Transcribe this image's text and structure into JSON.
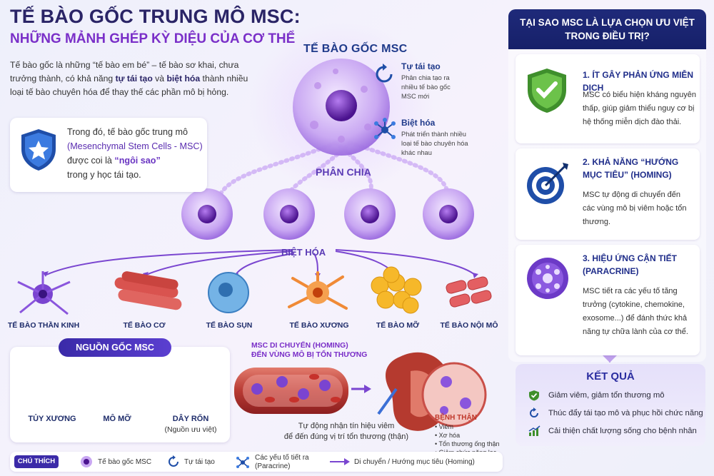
{
  "header": {
    "title": "TẾ BÀO GỐC TRUNG MÔ MSC:",
    "subtitle": "NHỮNG MẢNH GHÉP KỲ DIỆU CỦA CƠ THỂ"
  },
  "intro": {
    "p1": "Tế bào gốc là những “tế bào em bé” – tế bào sơ khai, chưa trưởng thành, có khả năng ",
    "b1": "tự tái tạo",
    "and": " và ",
    "b2": "biệt hóa",
    "p2": " thành nhiều loại tế bào chuyên hóa để thay thế các phần mô bị hỏng."
  },
  "star": {
    "l1": "Trong đó, tế bào gốc trung mô",
    "l2": "(Mesenchymal Stem Cells - MSC)",
    "l3": "được coi là ",
    "l3b": "“ngôi sao”",
    "l4": "trong y học tái tạo.",
    "icon": "star-shield-icon"
  },
  "diagram": {
    "msc_label": "TẾ BÀO GỐC MSC",
    "phan_chia": "PHÂN CHIA",
    "biet_hoa": "BIỆT HÓA",
    "self": {
      "title": "Tự tái tạo",
      "desc": "Phân chia tạo ra nhiều tế bào gốc MSC mới",
      "icon": "cycle-icon"
    },
    "diff": {
      "title": "Biệt hóa",
      "desc": "Phát triển thành nhiều loại tế bào chuyên hóa khác nhau",
      "icon": "molecule-icon"
    },
    "cells": [
      "TẾ BÀO THẦN KINH",
      "TẾ BÀO CƠ",
      "TẾ BÀO SỤN",
      "TẾ BÀO XƯƠNG",
      "TẾ BÀO MỠ",
      "TẾ BÀO NỘI MÔ"
    ]
  },
  "source": {
    "title": "NGUỒN GỐC MSC",
    "items": [
      "TỦY XƯƠNG",
      "MÔ MỠ",
      "DÂY RỐN"
    ],
    "note": "(Nguồn ưu việt)"
  },
  "homing": {
    "title1": "MSC DI CHUYỂN (HOMING)",
    "title2": "ĐẾN VÙNG MÔ BỊ TỔN THƯƠNG",
    "note1": "Tự động nhận tín hiệu viêm",
    "note2": "để đến đúng vị trí tổn thương (thận)",
    "kidney": {
      "title": "BỆNH THẬN",
      "items": [
        "• Viêm",
        "• Xơ hóa",
        "• Tổn thương ống thận",
        "• Giảm chức năng lọc"
      ]
    }
  },
  "right": {
    "head1": "TẠI SAO MSC LÀ LỰA CHỌN ƯU VIỆT",
    "head2": "TRONG ĐIỀU TRỊ?",
    "cards": [
      {
        "title1": "1. ÍT GÂY PHẢN ỨNG MIỄN DỊCH",
        "title2": "",
        "desc": "MSC có biểu hiện kháng nguyên thấp, giúp giảm thiểu nguy cơ bị hệ thống miễn dịch đào thải.",
        "icon": "shield-check-icon"
      },
      {
        "title1": "2. KHẢ NĂNG “HƯỚNG",
        "title2": "MỤC TIÊU” (HOMING)",
        "desc": "MSC tự động di chuyển đến các vùng mô bị viêm hoặc tổn thương.",
        "icon": "target-icon"
      },
      {
        "title1": "3. HIỆU ỨNG CẬN TIẾT",
        "title2": "(PARACRINE)",
        "desc": "MSC tiết ra các yếu tố tăng trưởng (cytokine, chemokine, exosome...) để đánh thức khả năng tự chữa lành của cơ thể.",
        "icon": "paracrine-icon"
      }
    ]
  },
  "result": {
    "title": "KẾT QUẢ",
    "items": [
      {
        "text": "Giảm viêm, giảm tổn thương mô",
        "icon": "check-shield-icon"
      },
      {
        "text": "Thúc đẩy tái tạo mô và phục hồi chức năng",
        "icon": "cycle-icon"
      },
      {
        "text": "Cải thiện chất lượng sống cho bệnh nhân",
        "icon": "growth-chart-icon"
      }
    ]
  },
  "legend": {
    "label": "CHÚ THÍCH",
    "items": [
      "Tế bào gốc MSC",
      "Tự tái tạo",
      "Các yếu tố tiết ra",
      "(Paracrine)",
      "Di chuyển / Hướng mục tiêu (Homing)"
    ]
  },
  "colors": {
    "navy": "#1f2a7a",
    "purple": "#7a2fc8",
    "accent": "#5b3fd0"
  }
}
